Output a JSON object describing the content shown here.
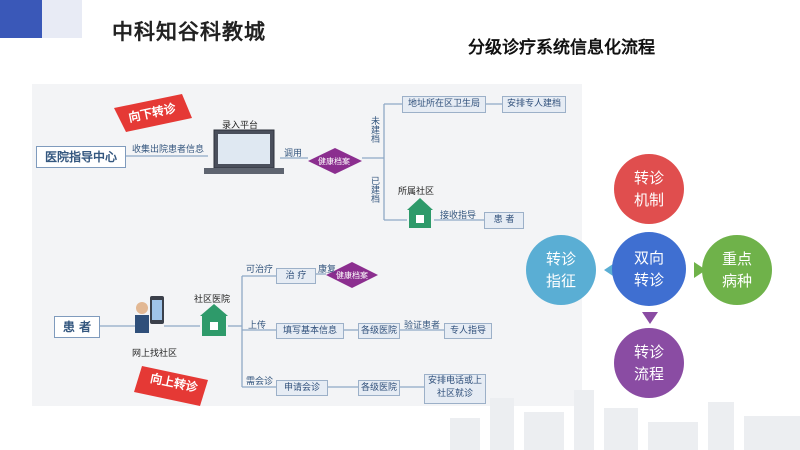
{
  "brand": "中科知谷科教城",
  "page_title": "分级诊疗系统信息化流程",
  "flow_top": {
    "banner": "向下转诊",
    "center_box": "医院指导中心",
    "collect_label": "收集出院患者信息",
    "platform_label": "录入平台",
    "call_label": "调用",
    "health_record": "健康档案",
    "not_built_label": "未建档",
    "built_label": "已建档",
    "address_box": "地址所在区卫生局",
    "arrange_box": "安排专人建档",
    "community_label": "所属社区",
    "receive_label": "接收指导",
    "patient_box": "患 者"
  },
  "flow_bottom": {
    "banner": "向上转诊",
    "patient_box": "患 者",
    "find_label": "网上找社区",
    "hospital_label": "社区医院",
    "curable_label": "可治疗",
    "treat_box": "治 疗",
    "recover_label": "康复",
    "health_record": "健康档案",
    "upload_label": "上传",
    "fill_box": "填写基本信息",
    "hospital_box_1": "各级医院",
    "verify_label": "验证患者",
    "specialist_box": "专人指导",
    "consult_label": "需会诊",
    "apply_box": "申请会诊",
    "hospital_box_2": "各级医院",
    "arrange_box": "安排电话或上社区就诊"
  },
  "circles": {
    "center": [
      "双向",
      "转诊"
    ],
    "top": [
      "转诊",
      "机制"
    ],
    "left": [
      "转诊",
      "指征"
    ],
    "right": [
      "重点",
      "病种"
    ],
    "bottom": [
      "转诊",
      "流程"
    ]
  },
  "colors": {
    "center": "#3f6fd1",
    "top": "#e04e4e",
    "left": "#5aaed4",
    "right": "#6fb24a",
    "bottom": "#8a4ca3",
    "diamond": "#8b2e8f",
    "banner": "#e53935"
  }
}
